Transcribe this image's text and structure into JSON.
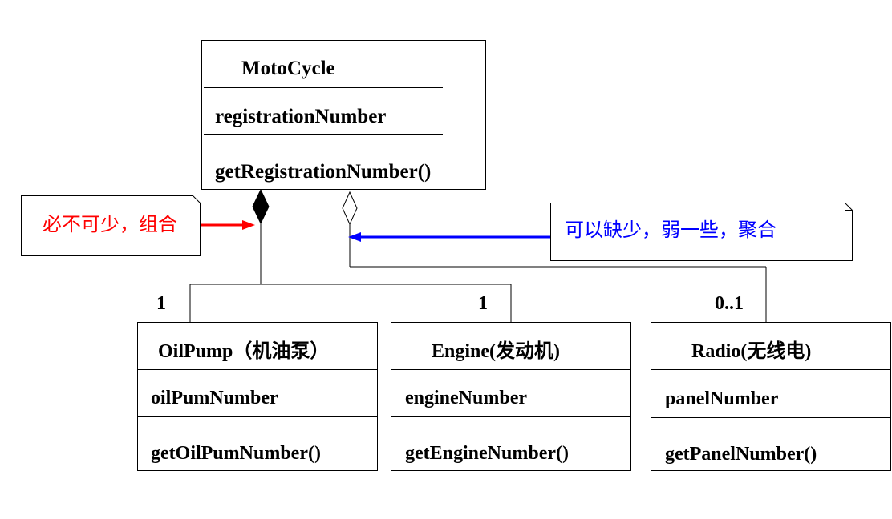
{
  "classes": {
    "motocycle": {
      "name": "MotoCycle",
      "attribute": "registrationNumber",
      "method": "getRegistrationNumber()"
    },
    "oilpump": {
      "name": "OilPump（机油泵）",
      "attribute": "oilPumNumber",
      "method": "getOilPumNumber()"
    },
    "engine": {
      "name": "Engine(发动机)",
      "attribute": "engineNumber",
      "method": "getEngineNumber()"
    },
    "radio": {
      "name": "Radio(无线电)",
      "attribute": "panelNumber",
      "method": "getPanelNumber()"
    }
  },
  "notes": {
    "composition": {
      "text": "必不可少，组合",
      "color": "#ff0000"
    },
    "aggregation": {
      "text": "可以缺少，弱一些，聚合",
      "color": "#0000ff"
    }
  },
  "multiplicities": {
    "oilpump": "1",
    "engine": "1",
    "radio": "0..1"
  },
  "colors": {
    "composition_arrow": "#ff0000",
    "aggregation_arrow": "#0000ff",
    "line": "#000000"
  },
  "relations": [
    {
      "type": "composition",
      "whole": "MotoCycle",
      "parts": [
        "OilPump",
        "Engine"
      ]
    },
    {
      "type": "aggregation",
      "whole": "MotoCycle",
      "parts": [
        "Radio"
      ]
    }
  ]
}
